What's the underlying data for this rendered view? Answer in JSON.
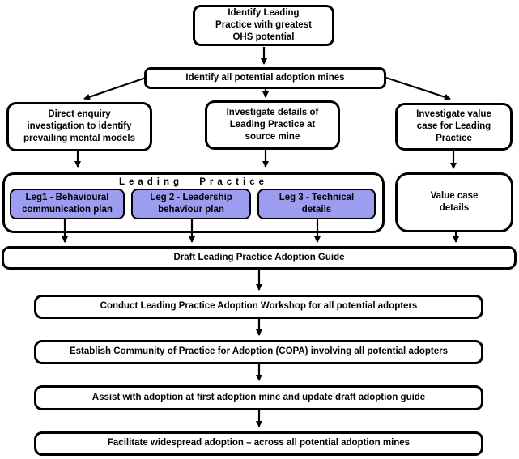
{
  "colors": {
    "leg_fill": "#9d9df0",
    "border": "#000000",
    "background": "#ffffff"
  },
  "nodes": {
    "identify_leading_practice": "Identify Leading\nPractice with greatest\nOHS potential",
    "identify_adoption_mines": "Identify all potential adoption mines",
    "direct_enquiry": "Direct enquiry\ninvestigation to identify\nprevailing mental models",
    "investigate_details": "Investigate details of\nLeading Practice at\nsource mine",
    "investigate_value_case": "Investigate value\ncase for Leading\nPractice",
    "leading_practice_group": "Leading Practice",
    "leg1": "Leg1 - Behavioural\ncommunication plan",
    "leg2": "Leg 2 - Leadership\nbehaviour plan",
    "leg3": "Leg 3 - Technical\ndetails",
    "value_case_details": "Value case\ndetails",
    "draft_guide": "Draft Leading Practice Adoption Guide",
    "workshop": "Conduct Leading Practice Adoption Workshop for all potential adopters",
    "copa": "Establish Community of Practice for Adoption (COPA) involving all potential adopters",
    "assist_first_mine": "Assist with adoption at first adoption mine and update draft adoption guide",
    "facilitate_widespread": "Facilitate widespread adoption – across all potential adoption mines"
  }
}
